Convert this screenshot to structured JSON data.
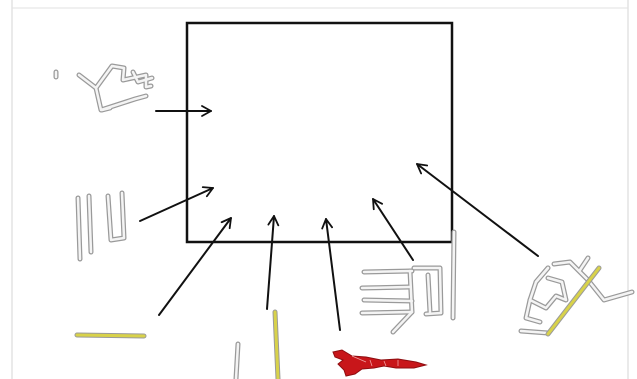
{
  "diagram": {
    "background_color": "#ffffff",
    "border_color": "#cfcfcf",
    "target_box_color": "#111111",
    "arrow_color": "#111111",
    "fragment_outline_color": "#9a9a9a",
    "fragment_fill_color": "#f4f4f4",
    "highlight_yellow": "#d8d24a",
    "highlight_red": "#c8161a",
    "arrow_count": 7,
    "fragments": [
      {
        "name": "fragment-road-network-top-left",
        "color": "gray"
      },
      {
        "name": "fragment-vertical-bars-left",
        "color": "gray"
      },
      {
        "name": "fragment-yellow-horizontal-bar",
        "color": "yellow"
      },
      {
        "name": "fragment-gray-and-yellow-vertical-lines",
        "color": "gray-yellow"
      },
      {
        "name": "fragment-red-shape",
        "color": "red"
      },
      {
        "name": "fragment-building-outline-bottom",
        "color": "gray"
      },
      {
        "name": "fragment-road-network-right",
        "color": "gray-yellow"
      }
    ]
  }
}
